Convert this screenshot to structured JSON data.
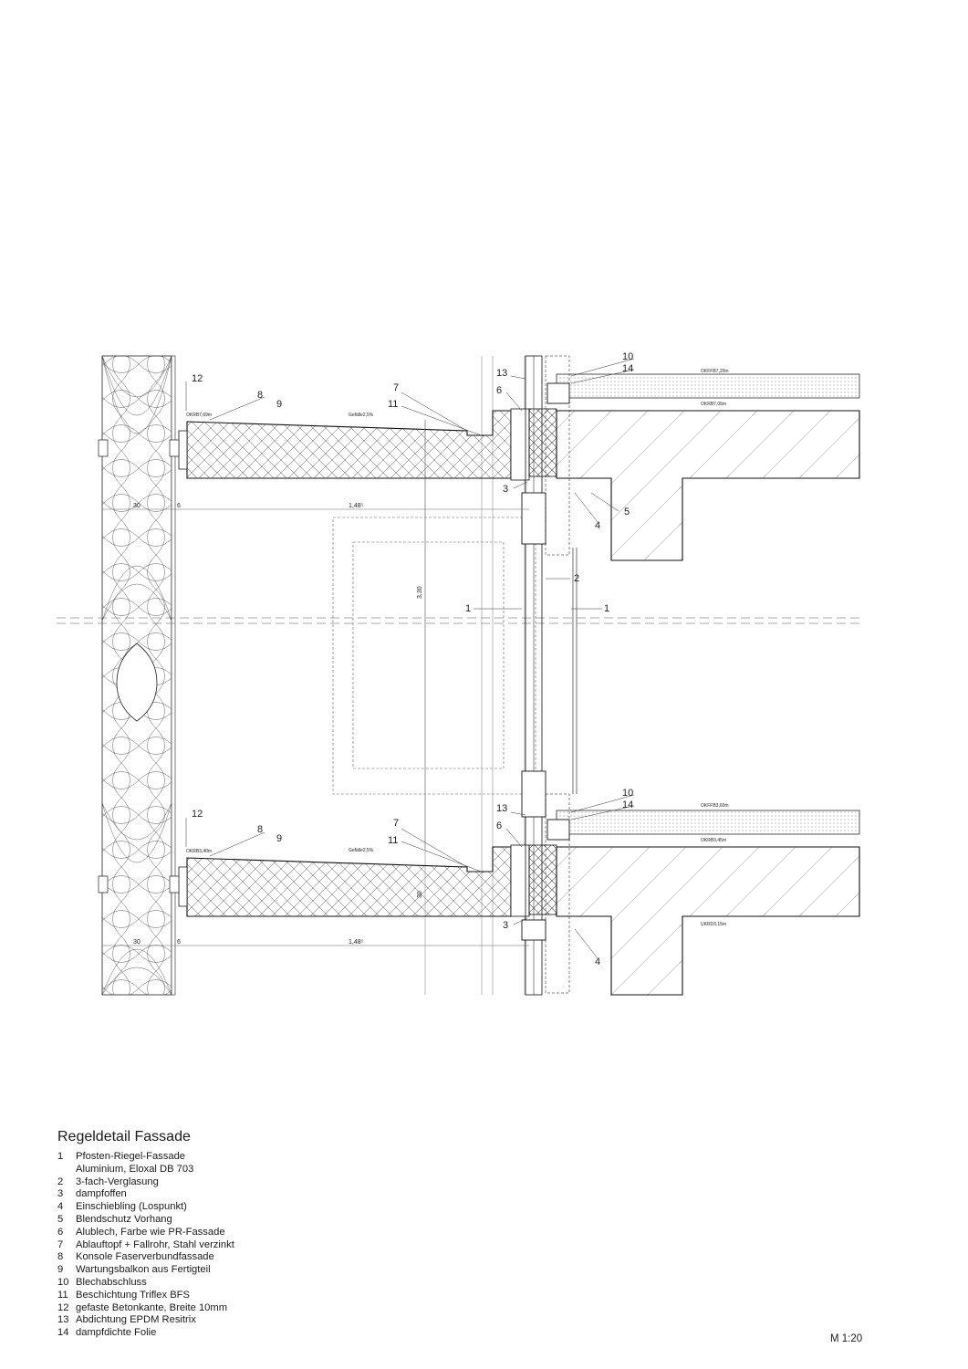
{
  "title": "Regeldetail Fassade",
  "scale": "M 1:20",
  "legend": [
    {
      "num": "1",
      "text": "Pfosten-Riegel-Fassade\nAluminium,  Eloxal DB 703"
    },
    {
      "num": "2",
      "text": "3-fach-Verglasung"
    },
    {
      "num": "3",
      "text": "dampfoffen"
    },
    {
      "num": "4",
      "text": "Einschiebling (Lospunkt)"
    },
    {
      "num": "5",
      "text": "Blendschutz Vorhang"
    },
    {
      "num": "6",
      "text": "Alublech, Farbe wie PR-Fassade"
    },
    {
      "num": "7",
      "text": "Ablauftopf + Fallrohr, Stahl verzinkt"
    },
    {
      "num": "8",
      "text": "Konsole Faserverbundfassade"
    },
    {
      "num": "9",
      "text": "Wartungsbalkon aus Fertigteil"
    },
    {
      "num": "10",
      "text": "Blechabschluss"
    },
    {
      "num": "11",
      "text": "Beschichtung Triflex BFS"
    },
    {
      "num": "12",
      "text": "gefaste Betonkante, Breite 10mm"
    },
    {
      "num": "13",
      "text": "Abdichtung EPDM Resitrix"
    },
    {
      "num": "14",
      "text": "dampfdichte Folie"
    }
  ],
  "drawing": {
    "upper": {
      "level_okrb": "OKRB7,69m",
      "gefaelle": "Gefälle2,5%",
      "level_okffb": "OKFFB7,20m",
      "level_okrb_slab": "OKRB7,05m",
      "dim_30": "30",
      "dim_6": "6",
      "dim_148": "1,48⁵"
    },
    "lower": {
      "level_okrb": "OKRB3,40m",
      "gefaelle": "Gefälle2,5%",
      "level_okffb": "OKFFB3,60m",
      "level_okrb_slab": "OKRB3,45m",
      "level_ukrd": "UKRD3,15m",
      "dim_30": "30",
      "dim_6": "6",
      "dim_148": "1,48⁵",
      "dim_30_vert": "30"
    },
    "dim_330": "3,30",
    "callouts": [
      "1",
      "2",
      "3",
      "4",
      "5",
      "6",
      "7",
      "8",
      "9",
      "10",
      "11",
      "12",
      "13",
      "14"
    ]
  }
}
